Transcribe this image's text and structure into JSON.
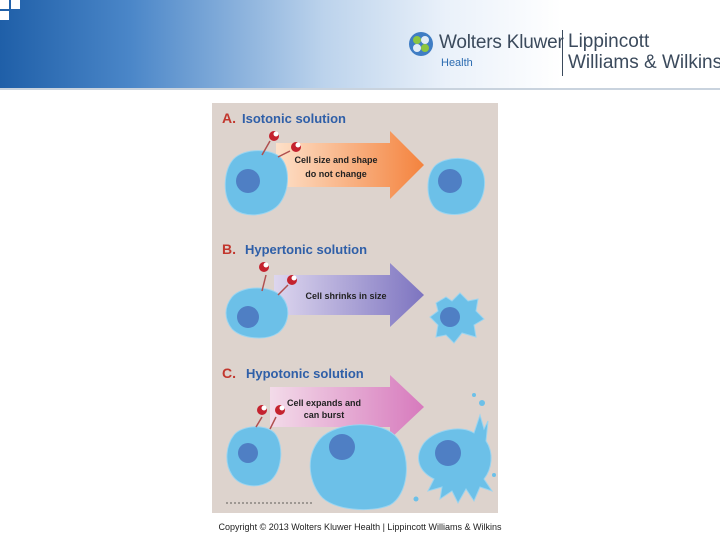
{
  "header": {
    "logo_wk": "Wolters Kluwer",
    "logo_health": "Health",
    "logo_lww_line1": "Lippincott",
    "logo_lww_line2": "Williams & Wilkins",
    "logo_icon": "globe-icon"
  },
  "figure": {
    "panels": [
      {
        "letter": "A.",
        "title": "Isotonic solution",
        "label_line1": "Cell size and shape",
        "label_line2": "do not change",
        "arrow_color": "#f5924a"
      },
      {
        "letter": "B.",
        "title": "Hypertonic solution",
        "label_line1": "Cell shrinks in size",
        "arrow_color": "#8a82c8"
      },
      {
        "letter": "C.",
        "title": "Hypotonic solution",
        "label_line1": "Cell expands and",
        "label_line2": "can burst",
        "arrow_color": "#d983c0"
      }
    ],
    "colors": {
      "letter": "#c2372e",
      "title": "#2f5fa8",
      "cell": "#6cc0e8",
      "nucleus": "#4f7fc4",
      "molecule": "#c4222e"
    }
  },
  "caption": "Copyright © 2013 Wolters Kluwer Health | Lippincott Williams & Wilkins"
}
